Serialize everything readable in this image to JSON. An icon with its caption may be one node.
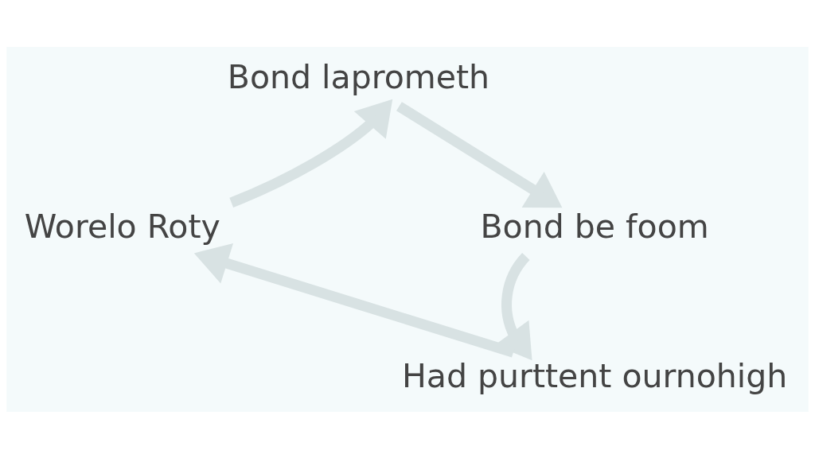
{
  "diagram": {
    "nodes": [
      {
        "text": [
          "Worelo Roty"
        ]
      },
      {
        "text": [
          "Bond laprometh"
        ]
      },
      {
        "text": [
          "Bond be foom"
        ]
      },
      {
        "text": [
          "Had purttent ournohigh"
        ]
      }
    ],
    "edges": [
      {
        "from": 0,
        "to": 1,
        "arrow": "to"
      },
      {
        "from": 1,
        "to": 2,
        "arrow": "to"
      },
      {
        "from": 2,
        "to": 3,
        "arrow": "to"
      },
      {
        "from": 3,
        "to": 0,
        "arrow": "to"
      }
    ]
  }
}
